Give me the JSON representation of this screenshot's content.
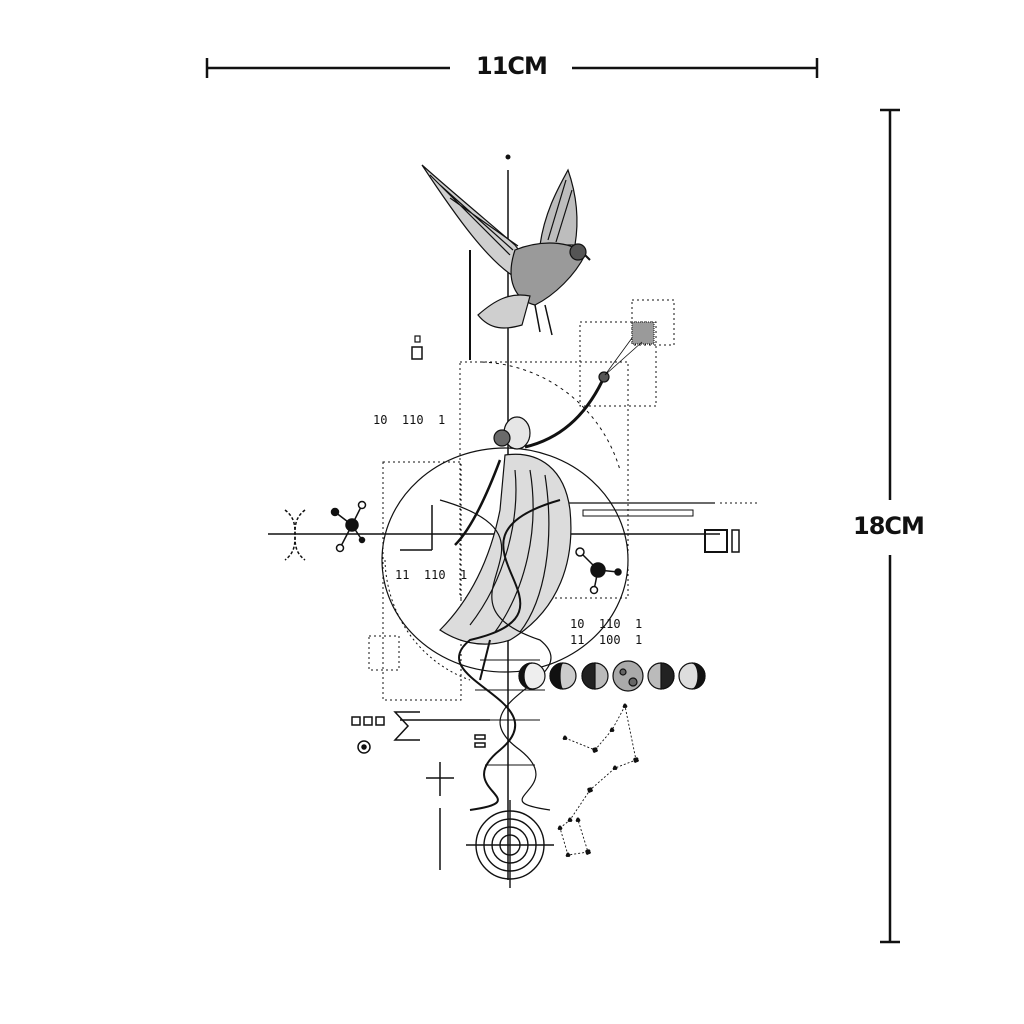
{
  "width_label": "11CM",
  "height_label": "18CM",
  "binary": {
    "upper_left": "10  110  1",
    "middle_left": "11  110  1",
    "right_1": "10  110  1",
    "right_2": "11  100  1"
  },
  "colors": {
    "ink": "#111111",
    "paper": "#ffffff",
    "shade": "#9a9a9a"
  },
  "icons": [
    "falcon-illustration",
    "goddess-illustration",
    "dna-helix-icon",
    "molecule-icon",
    "moon-phase-icon",
    "target-icon",
    "constellation-icon",
    "sigma-icon",
    "plus-icon"
  ]
}
